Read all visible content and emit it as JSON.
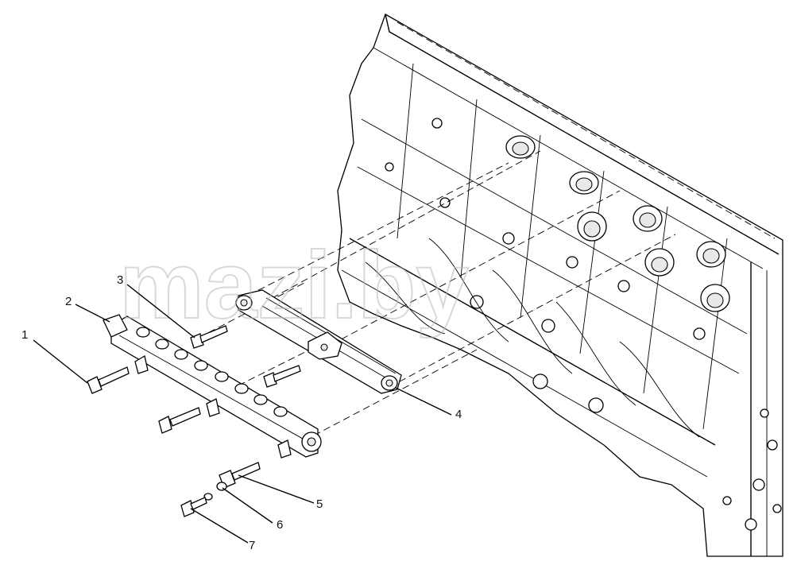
{
  "diagram": {
    "watermark": "mazi.by",
    "callouts": [
      {
        "id": "1",
        "label": "1"
      },
      {
        "id": "2",
        "label": "2"
      },
      {
        "id": "3",
        "label": "3"
      },
      {
        "id": "4",
        "label": "4"
      },
      {
        "id": "5",
        "label": "5"
      },
      {
        "id": "6",
        "label": "6"
      },
      {
        "id": "7",
        "label": "7"
      }
    ]
  }
}
